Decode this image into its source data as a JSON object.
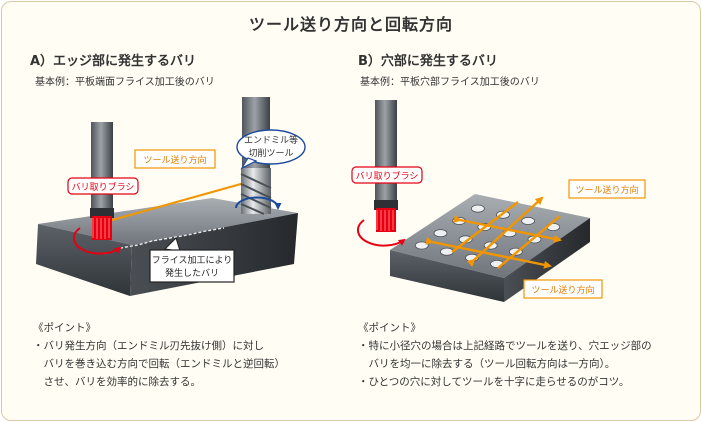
{
  "title": "ツール送り方向と回転方向",
  "sectionA": {
    "heading": "A）エッジ部に発生するバリ",
    "subtitle": "基本例：平板端面フライス加工後のバリ",
    "labels": {
      "brush": "バリ取りブラシ",
      "feed": "ツール送り方向",
      "tool_line1": "エンドミル等",
      "tool_line2": "切削ツール",
      "burr_line1": "フライス加工により",
      "burr_line2": "発生したバリ"
    },
    "points_title": "《ポイント》",
    "points": [
      "・バリ発生方向（エンドミル刃先抜け側）に対し",
      "　バリを巻き込む方向で回転（エンドミルと逆回転）",
      "　させ、バリを効率的に除去する。"
    ]
  },
  "sectionB": {
    "heading": "B）穴部に発生するバリ",
    "subtitle": "基本例：平板穴部フライス加工後のバリ",
    "labels": {
      "brush": "バリ取りブラシ",
      "feed1": "ツール送り方向",
      "feed2": "ツール送り方向"
    },
    "points_title": "《ポイント》",
    "points": [
      "・特に小径穴の場合は上記経路でツールを送り、穴エッジ部の",
      "　バリを均一に除去する（ツール回転方向は一方向）。",
      "・ひとつの穴に対してツールを十字に走らせるのがコツ。"
    ]
  },
  "colors": {
    "accent_orange": "#f29600",
    "brush_red": "#e60012",
    "rotation_blue": "#1d4b9c",
    "border": "#d9c9a6"
  }
}
